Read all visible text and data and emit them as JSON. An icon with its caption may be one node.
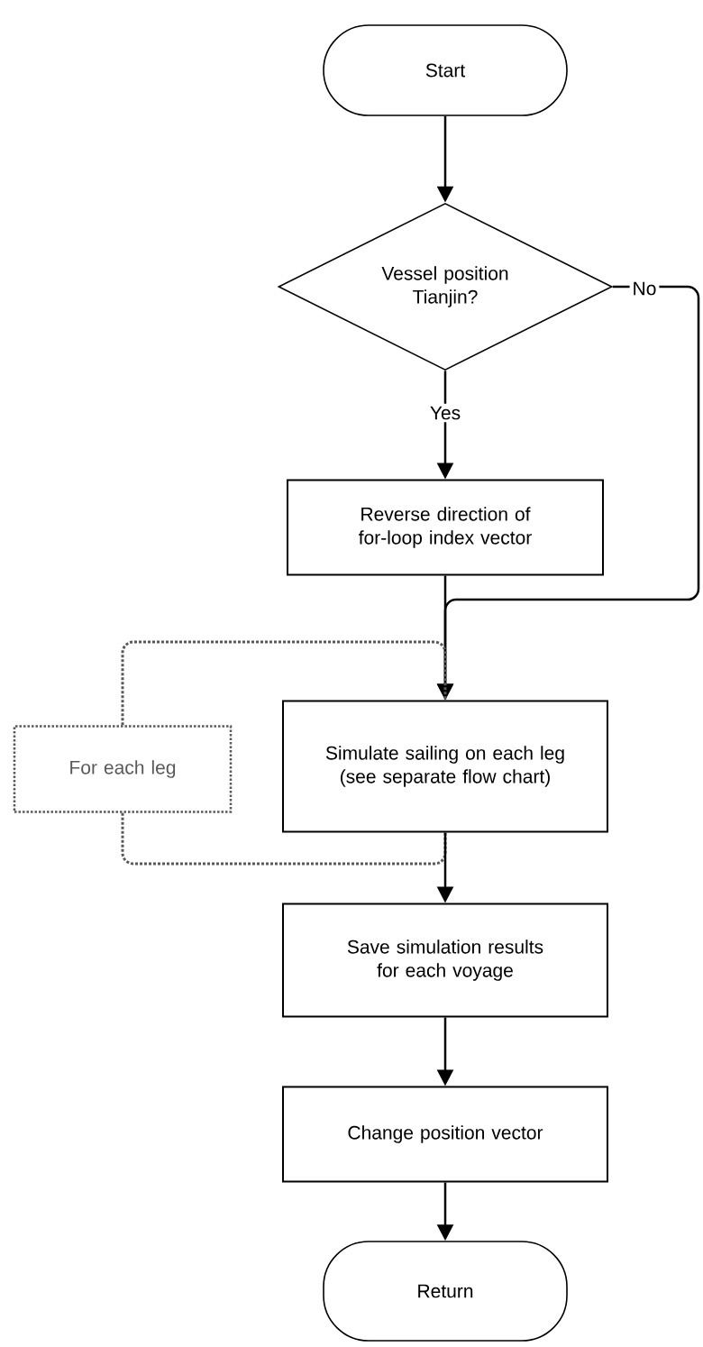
{
  "diagram": {
    "nodes": [
      {
        "text": [
          "Start"
        ]
      },
      {
        "text": [
          "Vessel position Tianjin?"
        ]
      },
      {
        "text": [
          "Reverse direction of for-loop index vector"
        ]
      },
      {
        "text": [
          "Simulate sailing on each leg (see separate flow chart)"
        ]
      },
      {
        "text": [
          "For each leg"
        ]
      },
      {
        "text": [
          "Save simulation results for each voyage"
        ]
      },
      {
        "text": [
          "Change position vector"
        ]
      },
      {
        "text": [
          "Return"
        ]
      }
    ],
    "edges": [
      {
        "from": 0,
        "to": 1,
        "arrow": "to"
      },
      {
        "from": 1,
        "to": 2,
        "arrow": "to",
        "label": "Yes"
      },
      {
        "from": 1,
        "to": 3,
        "arrow": "to",
        "label": "No"
      },
      {
        "from": 2,
        "to": 3,
        "arrow": "to"
      },
      {
        "from": 4,
        "to": 3,
        "arrow": "none",
        "style": "dashed"
      },
      {
        "from": 4,
        "to": 3,
        "arrow": "none",
        "style": "dashed"
      },
      {
        "from": 3,
        "to": 5,
        "arrow": "to"
      },
      {
        "from": 5,
        "to": 6,
        "arrow": "to"
      },
      {
        "from": 6,
        "to": 7,
        "arrow": "to"
      }
    ]
  }
}
